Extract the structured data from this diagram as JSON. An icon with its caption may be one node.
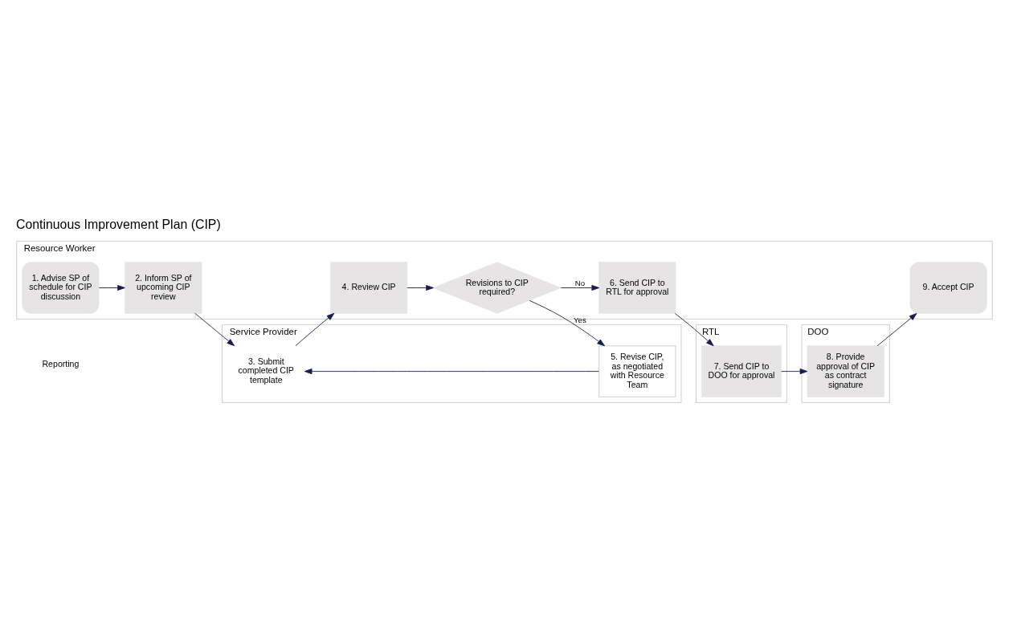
{
  "diagram": {
    "title": "Continuous Improvement Plan (CIP)",
    "nodes": [
      {
        "text": [
          "Resource Worker"
        ]
      },
      {
        "text": [
          "1. Advise SP of schedule for CIP discussion"
        ],
        "in": 0
      },
      {
        "text": [
          "2. Inform SP of upcoming CIP review"
        ],
        "in": 0
      },
      {
        "text": [
          "4. Review CIP"
        ],
        "in": 0
      },
      {
        "text": [
          "Revisions to CIP required?"
        ],
        "in": 0
      },
      {
        "text": [
          "6. Send CIP to RTL for approval"
        ],
        "in": 0
      },
      {
        "text": [
          "9. Accept CIP"
        ],
        "in": 0
      },
      {
        "text": [
          "Service Provider"
        ]
      },
      {
        "text": [
          "3. Submit completed CIP template"
        ],
        "in": 7
      },
      {
        "text": [
          "5. Revise CIP, as negotiated with Resource Team"
        ],
        "in": 7
      },
      {
        "text": [
          "RTL"
        ]
      },
      {
        "text": [
          "7. Send CIP to DOO for approval"
        ],
        "in": 10
      },
      {
        "text": [
          "DOO"
        ]
      },
      {
        "text": [
          "8. Provide approval of CIP as contract signature"
        ],
        "in": 12
      }
    ],
    "edges": [
      {
        "from": 1,
        "to": 2,
        "arrow": "to"
      },
      {
        "from": 2,
        "to": 8,
        "arrow": "to"
      },
      {
        "from": 8,
        "to": 3,
        "arrow": "to"
      },
      {
        "from": 3,
        "to": 4,
        "arrow": "to"
      },
      {
        "from": 4,
        "to": 5,
        "arrow": "to",
        "label": "No"
      },
      {
        "from": 4,
        "to": 9,
        "arrow": "to",
        "label": "Yes"
      },
      {
        "from": 9,
        "to": 8,
        "arrow": "to"
      },
      {
        "from": 5,
        "to": 11,
        "arrow": "to"
      },
      {
        "from": 11,
        "to": 13,
        "arrow": "to"
      },
      {
        "from": 13,
        "to": 6,
        "arrow": "to"
      }
    ],
    "labels": [
      "Reporting"
    ]
  }
}
